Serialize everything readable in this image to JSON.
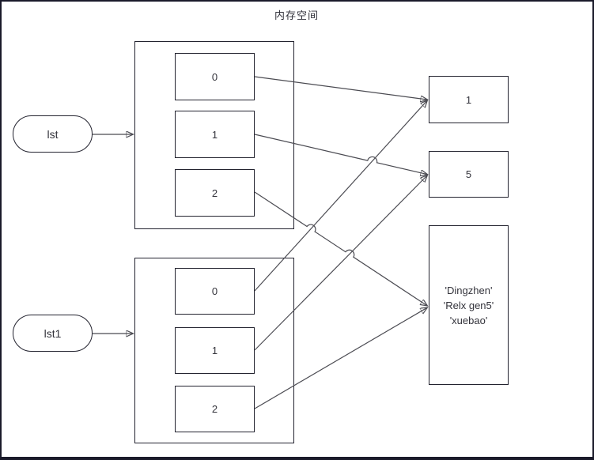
{
  "diagram": {
    "title": "内存空间",
    "pointers": [
      {
        "label": "lst"
      },
      {
        "label": "lst1"
      }
    ],
    "lists": [
      {
        "pointer": "lst",
        "cells": [
          "0",
          "1",
          "2"
        ]
      },
      {
        "pointer": "lst1",
        "cells": [
          "0",
          "1",
          "2"
        ]
      }
    ],
    "values": [
      {
        "label": "1"
      },
      {
        "label": "5"
      },
      {
        "lines": [
          "'Dingzhen'",
          "'Relx gen5'",
          "'xuebao'"
        ]
      }
    ],
    "edges": [
      {
        "from": "lst",
        "to": "lst-list-container"
      },
      {
        "from": "lst1",
        "to": "lst1-list-container"
      },
      {
        "from": "lst[0]",
        "to": "value-1"
      },
      {
        "from": "lst[1]",
        "to": "value-5"
      },
      {
        "from": "lst[2]",
        "to": "value-strings"
      },
      {
        "from": "lst1[0]",
        "to": "value-1"
      },
      {
        "from": "lst1[1]",
        "to": "value-5"
      },
      {
        "from": "lst1[2]",
        "to": "value-strings"
      }
    ],
    "colors": {
      "shape_border": "#23232f",
      "connector": "#4b4b52",
      "text": "#33333b",
      "page_border": "#1a1a2a",
      "background": "#ffffff"
    }
  }
}
